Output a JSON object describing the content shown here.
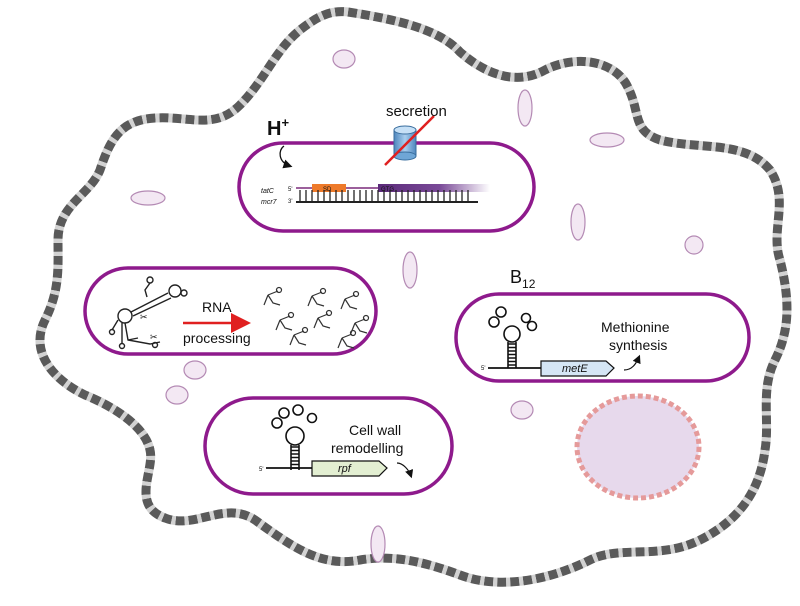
{
  "labels": {
    "secretion": "secretion",
    "proton": "H",
    "proton_charge": "+",
    "tatc": "tatC",
    "mcr7": "mcr7",
    "sd": "SD",
    "gtg": "GTG",
    "five_prime": "5'",
    "three_prime": "3'",
    "rna_processing_line1": "RNA",
    "rna_processing_line2": "processing",
    "b12": "B",
    "b12_sub": "12",
    "methionine_line1": "Methionine",
    "methionine_line2": "synthesis",
    "metE": "metE",
    "cell_wall_line1": "Cell wall",
    "cell_wall_line2": "remodelling",
    "rpf": "rpf"
  },
  "colors": {
    "cell_border_dark": "#5a5a5a",
    "cell_border_light": "#d2d2d2",
    "capsule": "#8e1a8c",
    "vesicle_fill": "#f3e8f3",
    "vesicle_stroke": "#b48ab4",
    "inclusion_fill": "#e7d9ec",
    "inclusion_stroke": "#e59a9a",
    "sd_box": "#ee7a2a",
    "gene_arrow_metE": "#d5e6f5",
    "gene_arrow_rpf": "#e3efd2",
    "red_arrow": "#e02020",
    "channel": "#6fa6d6"
  }
}
